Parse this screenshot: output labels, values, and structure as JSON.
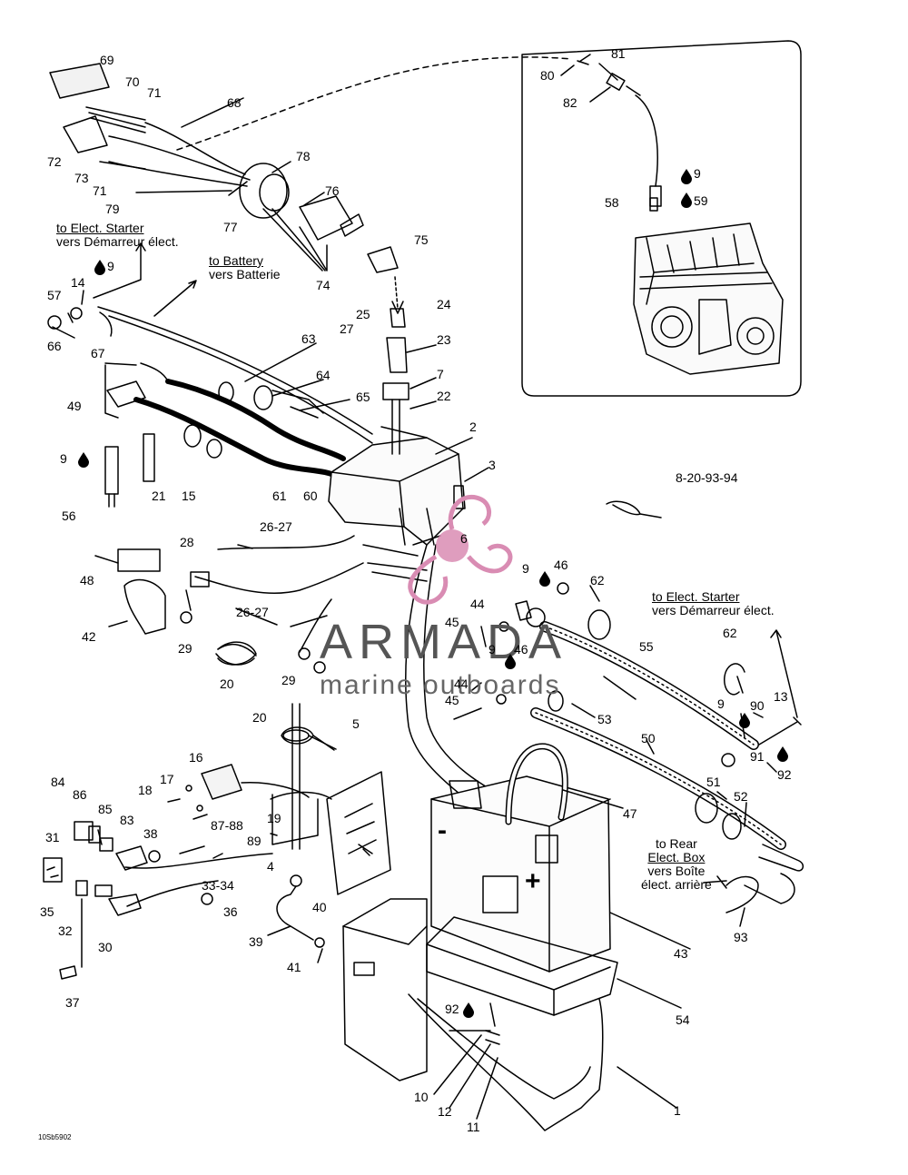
{
  "part_labels": {
    "p69": "69",
    "p70": "70",
    "p71a": "71",
    "p68": "68",
    "p72": "72",
    "p73": "73",
    "p71b": "71",
    "p79": "79",
    "p77": "77",
    "p78": "78",
    "p76": "76",
    "p74": "74",
    "p75": "75",
    "p80": "80",
    "p81": "81",
    "p82": "82",
    "p9a": "9",
    "p58": "58",
    "p59": "59",
    "p57": "57",
    "p14": "14",
    "p9b": "9",
    "p66": "66",
    "p67": "67",
    "p49": "49",
    "p9c": "9",
    "p56": "56",
    "p21": "21",
    "p15": "15",
    "p61": "61",
    "p60": "60",
    "p63": "63",
    "p64": "64",
    "p65": "65",
    "p25": "25",
    "p27": "27",
    "p24": "24",
    "p23": "23",
    "p7": "7",
    "p22": "22",
    "p2": "2",
    "p3": "3",
    "p8": "8-20-93-94",
    "p6": "6",
    "p2627a": "26-27",
    "p28": "28",
    "p48": "48",
    "p42": "42",
    "p29a": "29",
    "p20a": "20",
    "p2627b": "26-27",
    "p29b": "29",
    "p9d": "9",
    "p46a": "46",
    "p62a": "62",
    "p44a": "44",
    "p45a": "45",
    "p9e": "9",
    "p46b": "46",
    "p55": "55",
    "p62b": "62",
    "p44b": "44",
    "p45b": "45",
    "p53": "53",
    "p9f": "9",
    "p90": "90",
    "p13": "13",
    "p91": "91",
    "p92a": "92",
    "p50": "50",
    "p51": "51",
    "p52": "52",
    "p47": "47",
    "p20b": "20",
    "p5": "5",
    "p16": "16",
    "p17": "17",
    "p18": "18",
    "p19": "19",
    "p8788": "87-88",
    "p84": "84",
    "p86": "86",
    "p85": "85",
    "p83": "83",
    "p38": "38",
    "p89": "89",
    "p31": "31",
    "p4": "4",
    "p3334": "33-34",
    "p36": "36",
    "p35": "35",
    "p32": "32",
    "p30": "30",
    "p40": "40",
    "p39": "39",
    "p41": "41",
    "p37": "37",
    "p93": "93",
    "p43": "43",
    "p54": "54",
    "p92b": "92",
    "p10": "10",
    "p12": "12",
    "p11": "11",
    "p1": "1"
  },
  "notes": {
    "starter1_en": "to Elect. Starter",
    "starter1_fr": "vers Démarreur élect.",
    "battery_en": "to Battery",
    "battery_fr": "vers Batterie",
    "starter2_en": "to Elect. Starter",
    "starter2_fr": "vers Démarreur élect.",
    "rear_l1": "to Rear",
    "rear_l2": "Elect. Box",
    "rear_l3": "vers Boîte",
    "rear_l4": "élect. arrière"
  },
  "battery_terminals": {
    "negative": "-",
    "positive": "+"
  },
  "watermark": {
    "brand": "ARMADA",
    "tagline": "marine outboards",
    "accent_color": "#d98cb3"
  },
  "drawing_code": "10Sb5902"
}
